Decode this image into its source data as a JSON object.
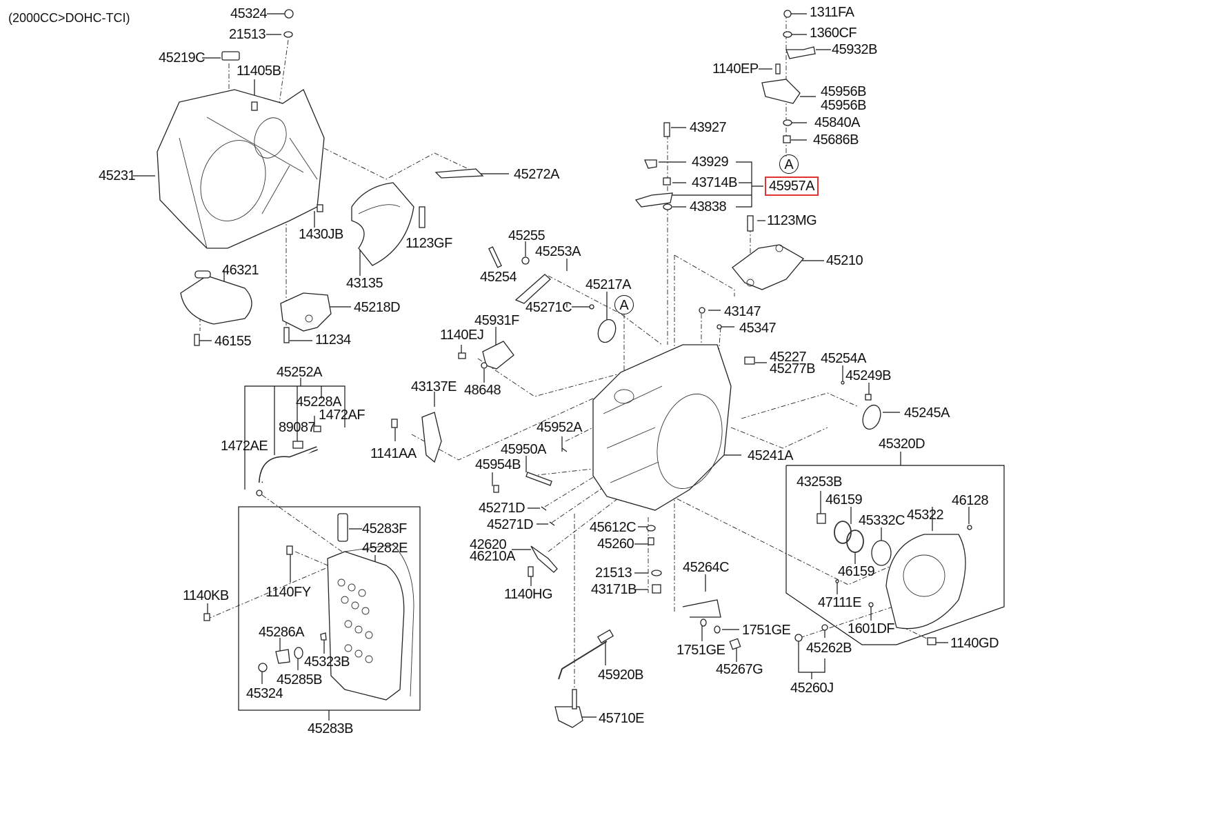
{
  "diagram": {
    "title_note": "(2000CC>DOHC-TCI)",
    "highlight_color": "#e03030",
    "highlighted_part": "45957A",
    "reference_marker": "A",
    "labels": {
      "p45324_top": "45324",
      "p21513_top": "21513",
      "p45219C": "45219C",
      "p11405B": "11405B",
      "p45231": "45231",
      "p45272A": "45272A",
      "p1430JB": "1430JB",
      "p1123GF": "1123GF",
      "p43135": "43135",
      "p46321": "46321",
      "p45218D": "45218D",
      "p46155": "46155",
      "p11234": "11234",
      "p1311FA": "1311FA",
      "p1360CF": "1360CF",
      "p45932B": "45932B",
      "p1140EP": "1140EP",
      "p45956B_1": "45956B",
      "p45956B_2": "45956B",
      "p45840A": "45840A",
      "p45686B": "45686B",
      "p43927": "43927",
      "p43929": "43929",
      "p43714B": "43714B",
      "p45957A": "45957A",
      "p43838": "43838",
      "p1123MG": "1123MG",
      "p45210": "45210",
      "p45255": "45255",
      "p45253A": "45253A",
      "p45254": "45254",
      "p45217A": "45217A",
      "p45271C": "45271C",
      "p43147": "43147",
      "p45347": "45347",
      "p45931F": "45931F",
      "p1140EJ": "1140EJ",
      "p48648": "48648",
      "p45227": "45227",
      "p45277B": "45277B",
      "p45254A": "45254A",
      "p45249B": "45249B",
      "p45245A": "45245A",
      "p45252A": "45252A",
      "p45228A": "45228A",
      "p1472AF": "1472AF",
      "p89087": "89087",
      "p1472AE": "1472AE",
      "p43137E": "43137E",
      "p1141AA": "1141AA",
      "p45952A": "45952A",
      "p45950A": "45950A",
      "p45954B": "45954B",
      "p45241A": "45241A",
      "p45320D": "45320D",
      "p43253B": "43253B",
      "p46159_1": "46159",
      "p45332C": "45332C",
      "p45322": "45322",
      "p46128": "46128",
      "p46159_2": "46159",
      "p47111E": "47111E",
      "p1601DF": "1601DF",
      "p1140GD": "1140GD",
      "p45262B": "45262B",
      "p45260J": "45260J",
      "p45271D_1": "45271D",
      "p45271D_2": "45271D",
      "p45612C": "45612C",
      "p45260": "45260",
      "p42620": "42620",
      "p46210A": "46210A",
      "p21513_bottom": "21513",
      "p43171B": "43171B",
      "p1140HG": "1140HG",
      "p45264C": "45264C",
      "p1751GE_1": "1751GE",
      "p1751GE_2": "1751GE",
      "p45267G": "45267G",
      "p45920B": "45920B",
      "p45710E": "45710E",
      "p45283F": "45283F",
      "p45282E": "45282E",
      "p1140FY": "1140FY",
      "p1140KB": "1140KB",
      "p45286A": "45286A",
      "p45323B": "45323B",
      "p45285B": "45285B",
      "p45324_bottom": "45324",
      "p45283B": "45283B"
    }
  }
}
